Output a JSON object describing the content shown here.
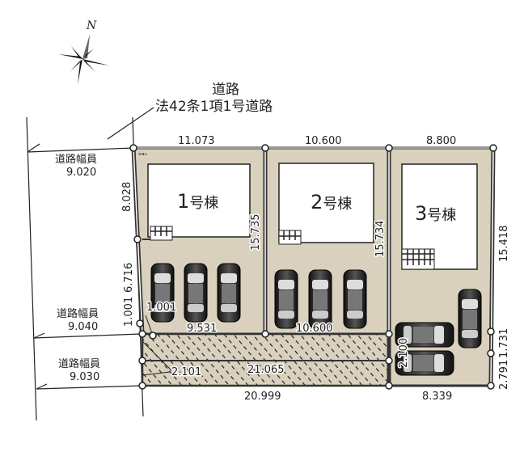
{
  "compass": {
    "label": "N",
    "icon": "north-arrow-compass-rose"
  },
  "road_title": {
    "line1": "道路",
    "line2": "法42条1項1号道路"
  },
  "road_widths": [
    {
      "label": "道路幅員",
      "value": "9.020"
    },
    {
      "label": "道路幅員",
      "value": "9.040"
    },
    {
      "label": "道路幅員",
      "value": "9.030"
    }
  ],
  "buildings": [
    {
      "num": "1",
      "suffix": "号棟"
    },
    {
      "num": "2",
      "suffix": "号棟"
    },
    {
      "num": "3",
      "suffix": "号棟"
    }
  ],
  "dimensions": {
    "lot1_top": "11.073",
    "lot2_top": "10.600",
    "lot3_top": "8.800",
    "lot1_left_upper": "8.028",
    "lot1_left_mid": "6.716",
    "lot1_left_lower": "1.001",
    "lot1_corner": "1.001",
    "lot1_right": "15.735",
    "lot2_right": "15.734",
    "lot3_right": "15.418",
    "lot1_bottom": "9.531",
    "lot2_bottom": "10.600",
    "road_strip_width": "2.101",
    "road_strip_length": "21.065",
    "total_bottom": "20.999",
    "lot3_bottom": "8.339",
    "lot3_step": "2.100",
    "lot3_right_lower_a": "2.791",
    "lot3_right_lower_b": "1.731"
  },
  "colors": {
    "lot_fill": "#d9d1bd",
    "outline": "#333333",
    "building_fill": "#ffffff"
  }
}
